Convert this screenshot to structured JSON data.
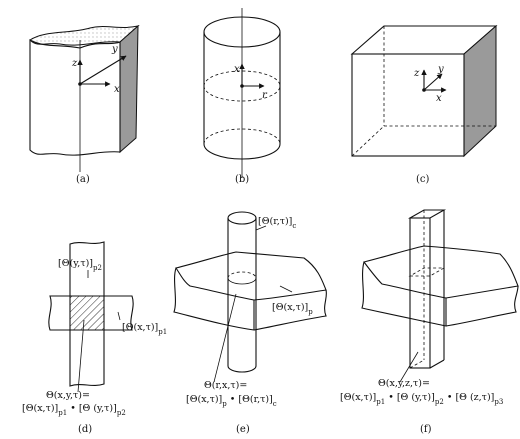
{
  "captions": {
    "a": "(a)",
    "b": "(b)",
    "c": "(c)",
    "d": "(d)",
    "e": "(e)",
    "f": "(f)"
  },
  "axes": {
    "a": {
      "x": "x",
      "y": "y",
      "z": "z"
    },
    "b": {
      "x": "x",
      "r": "r"
    },
    "c": {
      "x": "x",
      "y": "y",
      "z": "z"
    }
  },
  "labels": {
    "d": {
      "top": "[Θ(y,τ)]",
      "top_sub": "p2",
      "right": "[Θ(x,τ)]",
      "right_sub": "p1",
      "eq1": "Θ(x,y,τ)=",
      "eq2a": "[Θ(x,τ)]",
      "eq2a_sub": "p1",
      "eq2b": " • [Θ (y,τ)]",
      "eq2b_sub": "p2"
    },
    "e": {
      "top": "[Θ(r,τ)]",
      "top_sub": "c",
      "right": "[Θ(x,τ)]",
      "right_sub": "p",
      "eq1": "Θ(r,x,τ)=",
      "eq2a": "[Θ(x,τ)]",
      "eq2a_sub": "p",
      "eq2b": " • [Θ(r,τ)]",
      "eq2b_sub": "c"
    },
    "f": {
      "eq1": "Θ(x,y,z,τ)=",
      "eq2a": "[Θ(x,τ)]",
      "eq2a_sub": "p1",
      "eq2b": " • [Θ (y,τ)]",
      "eq2b_sub": "p2",
      "eq2c": " • [Θ (z,τ)]",
      "eq2c_sub": "p3"
    }
  },
  "colors": {
    "line": "#111111",
    "shade": "#9a9a9a",
    "hatch": "#333333"
  }
}
